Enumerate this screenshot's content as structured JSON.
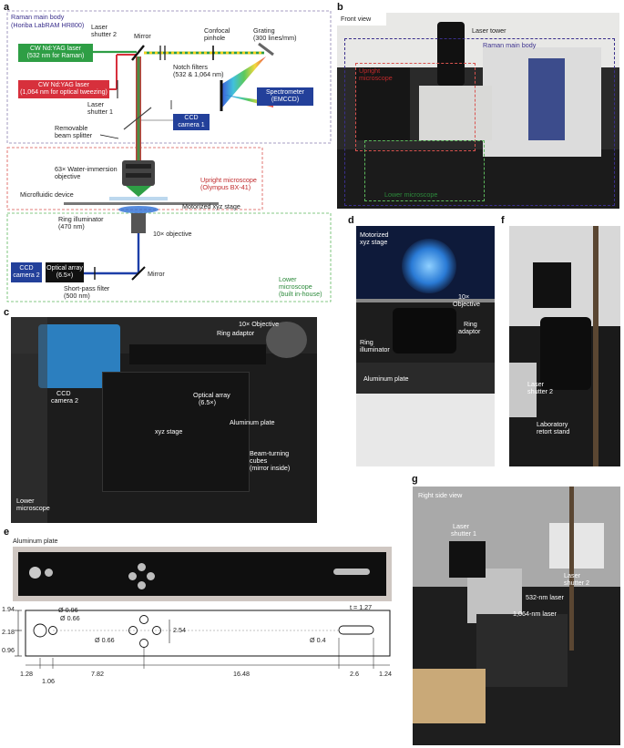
{
  "panels": {
    "a": {
      "letter": "a",
      "raman_body": "Raman main body",
      "raman_model": "(Horiba LabRAM HR800)",
      "laser_shutter_2": "Laser",
      "laser_shutter_2b": "shutter 2",
      "mirror": "Mirror",
      "confocal": "Confocal",
      "pinhole": "pinhole",
      "grating": "Grating",
      "grating_spec": "(300 lines/mm)",
      "laser_532_a": "CW Nd:YAG laser",
      "laser_532_b": "(532 nm for Raman)",
      "notch_a": "Notch filters",
      "notch_b": "(532 & 1,064 nm)",
      "laser_1064_a": "CW Nd:YAG laser",
      "laser_1064_b": "(1,064 nm for optical tweezing)",
      "spectrometer_a": "Spectrometer",
      "spectrometer_b": "(EMCCD)",
      "laser_shutter_1a": "Laser",
      "laser_shutter_1b": "shutter 1",
      "ccd1_a": "CCD",
      "ccd1_b": "camera 1",
      "beam_splitter_a": "Removable",
      "beam_splitter_b": "beam splitter",
      "objective63_a": "63× Water-immersion",
      "objective63_b": "objective",
      "upright_a": "Upright microscope",
      "upright_b": "(Olympus BX-41)",
      "microfluidic": "Microfluidic device",
      "stage": "Motorized xyz stage",
      "ring_a": "Ring illuminator",
      "ring_b": "(470 nm)",
      "objective10": "10× objective",
      "ccd2_a": "CCD",
      "ccd2_b": "camera 2",
      "optical_array_a": "Optical array",
      "optical_array_b": "(6.5×)",
      "mirror2": "Mirror",
      "shortpass_a": "Short-pass filter",
      "shortpass_b": "(500 nm)",
      "lower_a": "Lower",
      "lower_b": "microscope",
      "lower_c": "(built in-house)"
    },
    "b": {
      "letter": "b",
      "front_view": "Front view",
      "laser_tower": "Laser tower",
      "raman_body": "Raman main body",
      "upright_a": "Upright",
      "upright_b": "microscope",
      "lower": "Lower microscope"
    },
    "c": {
      "letter": "c",
      "ccd_a": "CCD",
      "ccd_b": "camera 2",
      "obj10": "10× Objective",
      "ring_adaptor": "Ring adaptor",
      "optical_array_a": "Optical array",
      "optical_array_b": "(6.5×)",
      "aluminum": "Aluminum plate",
      "xyz": "xyz stage",
      "cubes_a": "Beam-turning",
      "cubes_b": "cubes",
      "cubes_c": "(mirror inside)",
      "lower_a": "Lower",
      "lower_b": "microscope"
    },
    "d": {
      "letter": "d",
      "stage_a": "Motorized",
      "stage_b": "xyz stage",
      "obj_a": "10×",
      "obj_b": "Objective",
      "ring_adaptor_a": "Ring",
      "ring_adaptor_b": "adaptor",
      "ring_illum_a": "Ring",
      "ring_illum_b": "illuminator",
      "aluminum": "Aluminum plate"
    },
    "e": {
      "letter": "e",
      "title": "Aluminum plate",
      "t": "t = 1.27",
      "d096": "Ø 0.96",
      "d066a": "Ø 0.66",
      "d066b": "Ø 0.66",
      "d04": "Ø 0.4",
      "v194": "1.94",
      "v218": "2.18",
      "v096": "0.96",
      "v254": "2.54",
      "h128": "1.28",
      "h106": "1.06",
      "h782": "7.82",
      "h1648": "16.48",
      "h26": "2.6",
      "h124": "1.24"
    },
    "f": {
      "letter": "f",
      "shutter_a": "Laser",
      "shutter_b": "shutter 2",
      "stand_a": "Laboratory",
      "stand_b": "retort stand"
    },
    "g": {
      "letter": "g",
      "view": "Right side view",
      "shutter1_a": "Laser",
      "shutter1_b": "shutter 1",
      "shutter2_a": "Laser",
      "shutter2_b": "shutter 2",
      "l532": "532-nm laser",
      "l1064": "1,064-nm laser"
    }
  },
  "colors": {
    "raman_border": "#8a7fb0",
    "upright_border": "#d9534f",
    "lower_border": "#5cb85c",
    "laser_green": "#2e9e45",
    "laser_red": "#d7303c",
    "box_blue": "#23409a"
  }
}
